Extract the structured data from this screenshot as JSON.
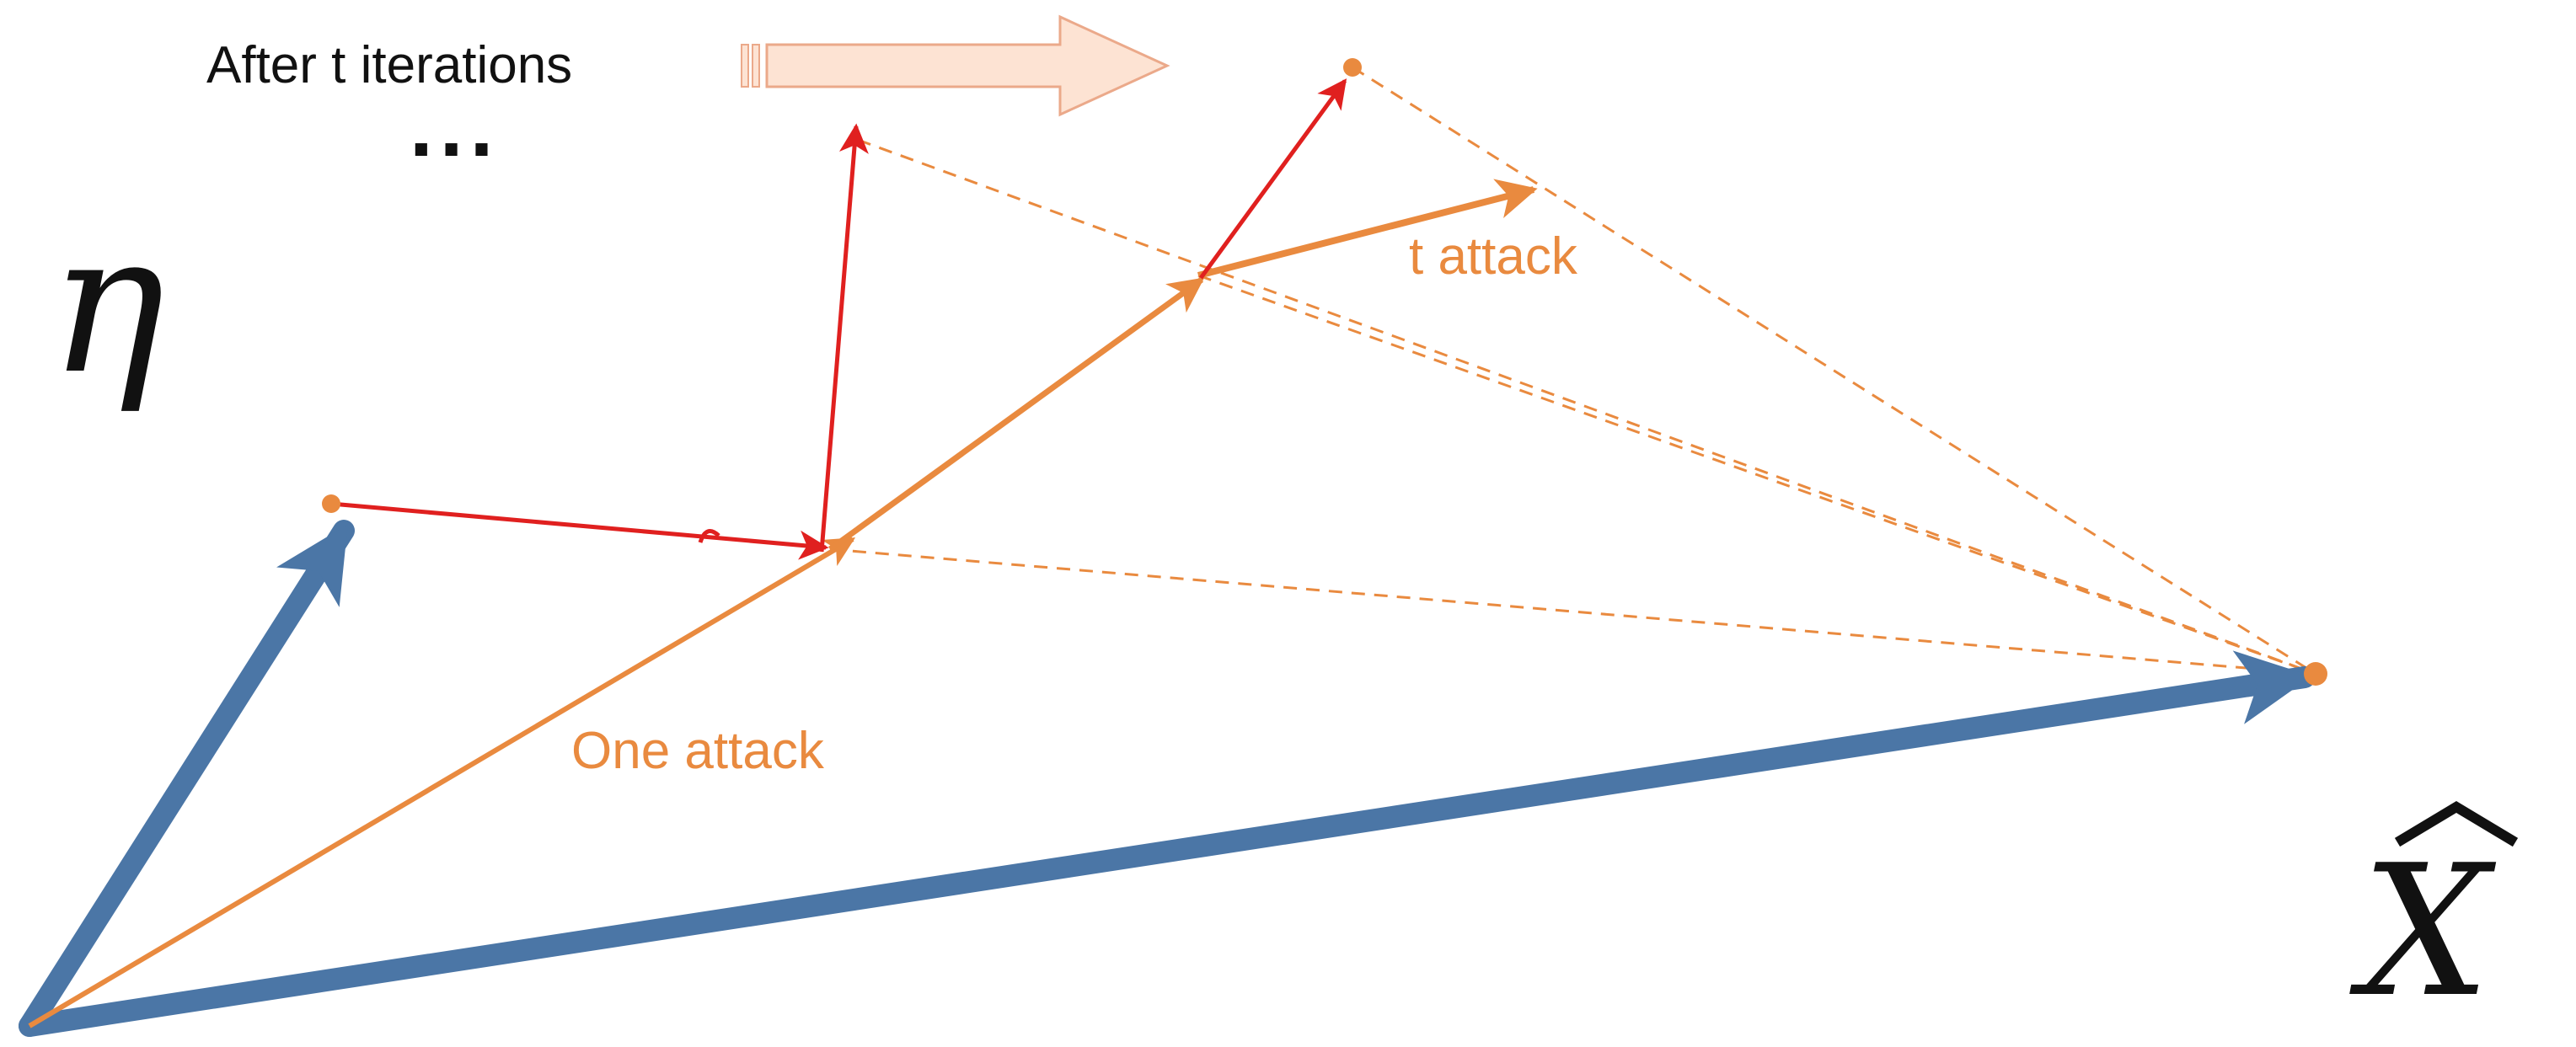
{
  "labels": {
    "after_iterations": "After t iterations",
    "ellipsis": "...",
    "eta_symbol": "η",
    "x_hat_symbol": "X",
    "one_attack": "One attack",
    "t_attack": "t attack"
  },
  "colors": {
    "blue": "#4b76a6",
    "orange": "#e98a3f",
    "red": "#e0201f",
    "light_arrow_fill": "#fde3d3",
    "light_arrow_stroke": "#eba98a",
    "text_dark": "#111111"
  }
}
